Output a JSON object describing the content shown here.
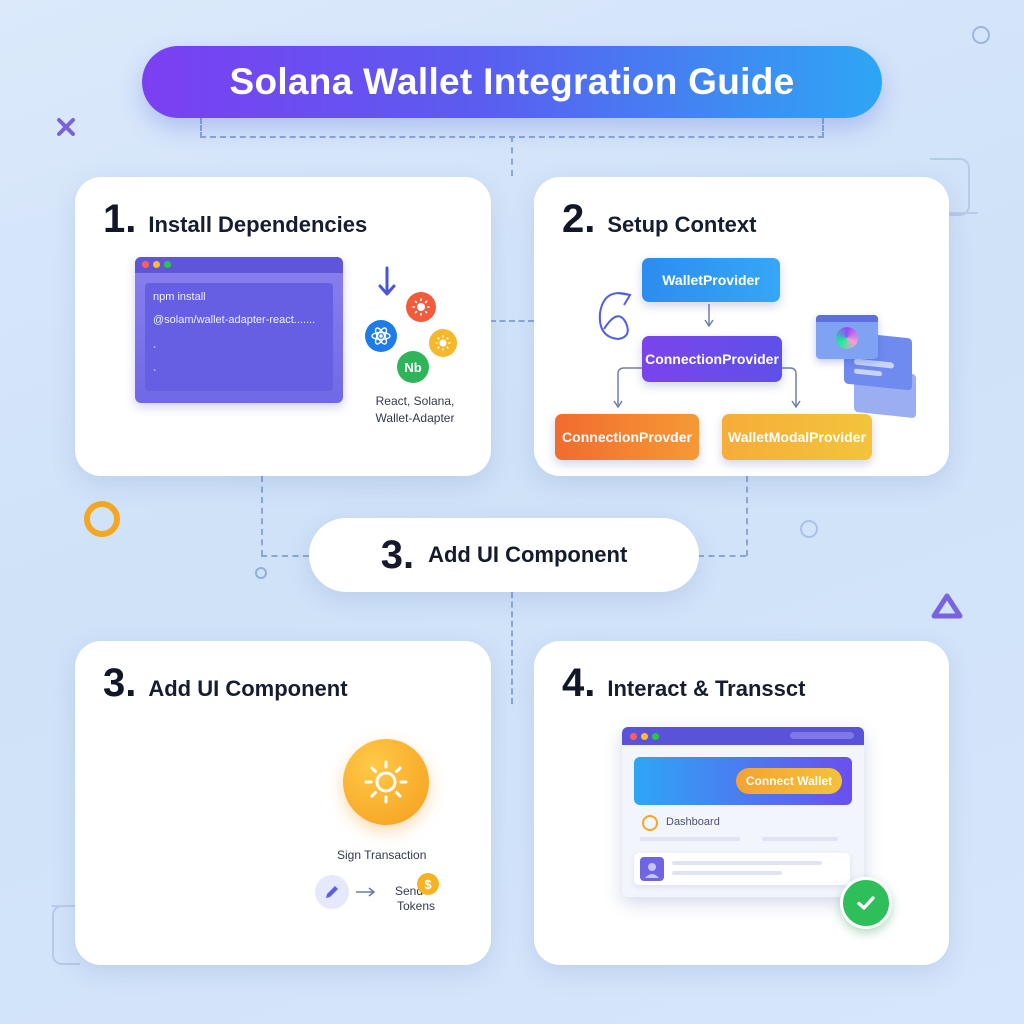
{
  "title": "Solana Wallet Integration Guide",
  "step1": {
    "number": "1.",
    "label": "Install Dependencies",
    "terminal_lines": [
      "npm install",
      "@solam/wallet-adapter-react.......",
      "ˎ",
      "ˎ"
    ],
    "caption_lines": [
      "React, Solana,",
      "Wallet-Adapter"
    ],
    "icon_text": "Nb"
  },
  "step2": {
    "number": "2.",
    "label": "Setup Context",
    "nodes": {
      "top": "WalletProvider",
      "middle": "ConnectionProvider",
      "left": "ConnectionProvder",
      "right": "WalletModalProvider"
    }
  },
  "center_step": {
    "number": "3.",
    "label": "Add UI Component"
  },
  "step3": {
    "number": "3.",
    "label": "Add UI Component",
    "sign_label": "Sign Transaction",
    "send_lines": [
      "Send",
      "Tokens"
    ],
    "coin_symbol": "$"
  },
  "step4": {
    "number": "4.",
    "label": "Interact & Transsct",
    "connect_label": "Connect Wallet",
    "dashboard_label": "Dashboard"
  },
  "colors": {
    "title_gradient": [
      "#7b3ff2",
      "#2ea6f4"
    ],
    "wallet_provider": "#2f8ff0",
    "connection_provider": "#7448ec",
    "connection_provder": "#f17a2d",
    "wallet_modal_provider": "#f5b63a",
    "accent_green": "#2fbf5a"
  }
}
